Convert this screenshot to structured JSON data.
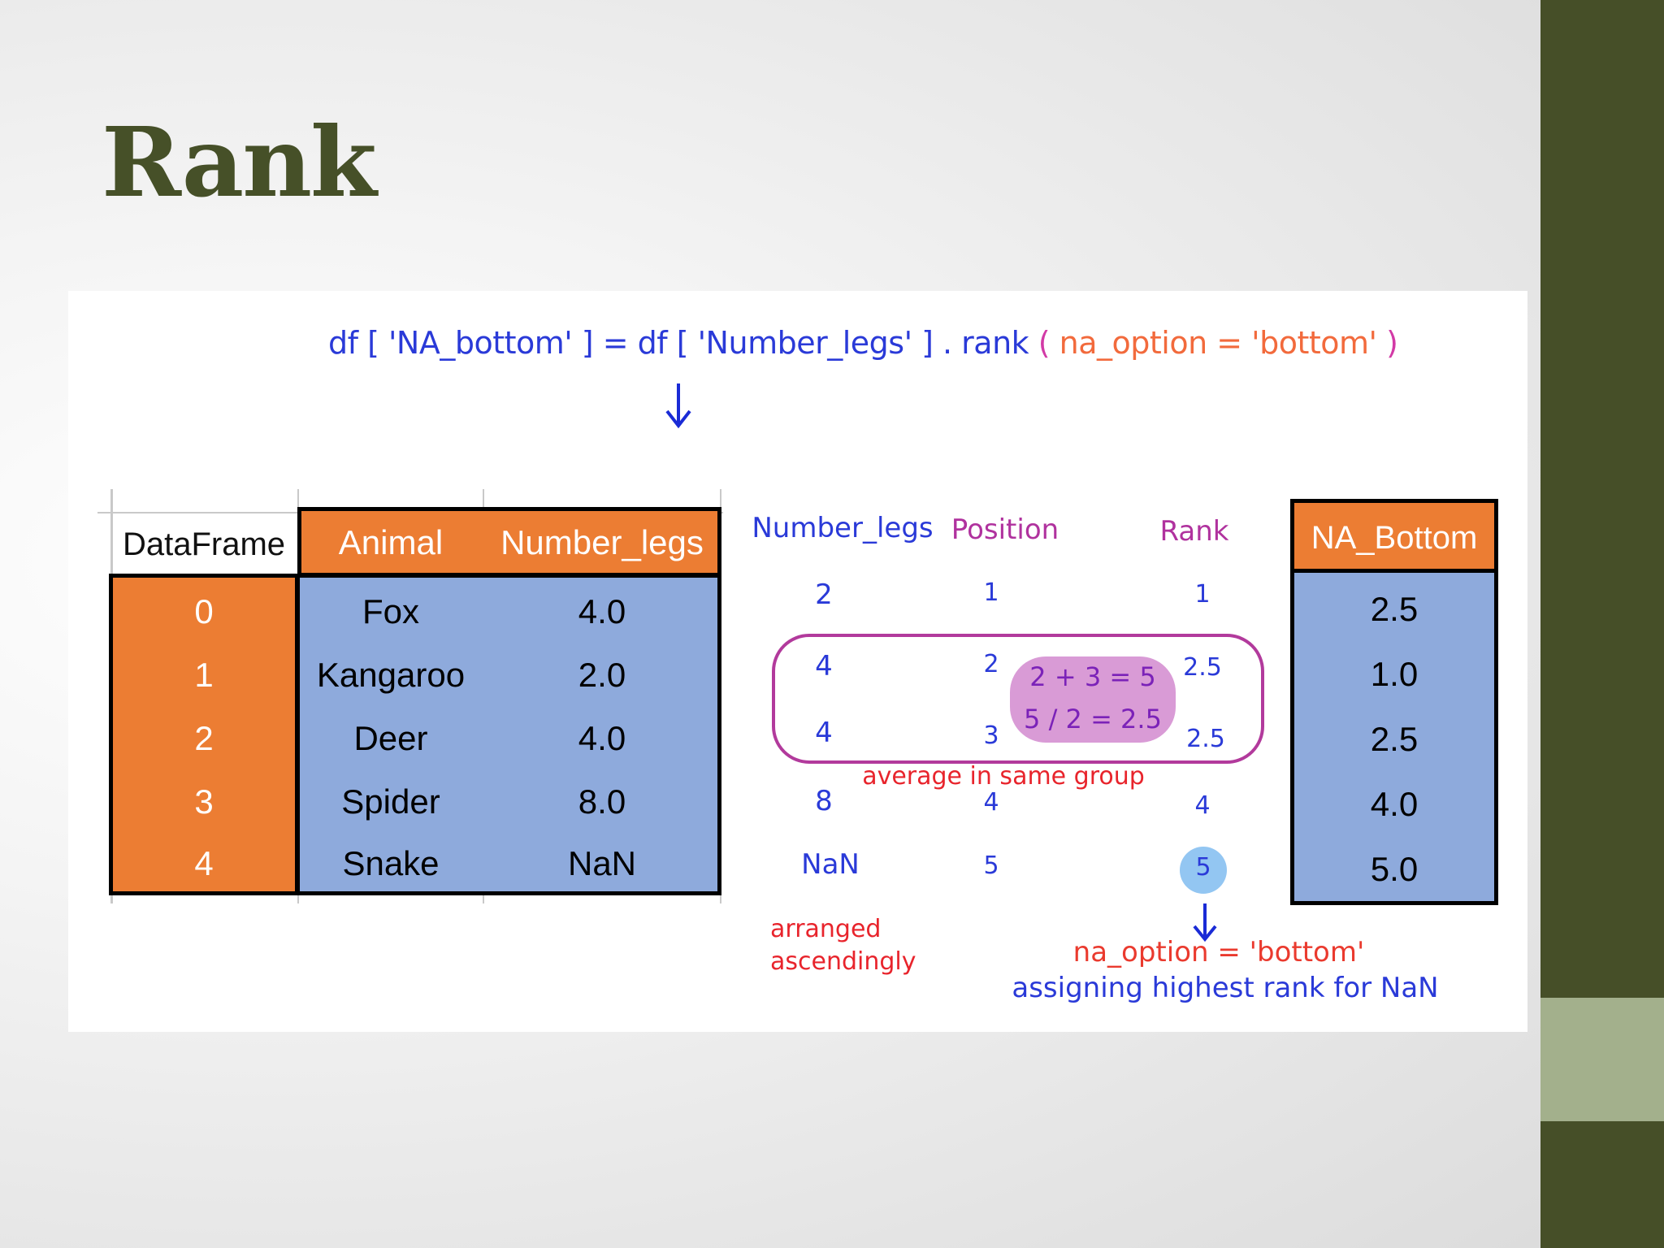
{
  "slide": {
    "title": "Rank"
  },
  "code_line": {
    "part1": "df [ 'NA_bottom' ] = df [ 'Number_legs' ] . rank",
    "part2": " ( ",
    "part3": "na_option = 'bottom'",
    "part4": " )"
  },
  "dataframe": {
    "corner_label": "DataFrame",
    "columns": [
      "Animal",
      "Number_legs"
    ],
    "index": [
      "0",
      "1",
      "2",
      "3",
      "4"
    ],
    "animals": [
      "Fox",
      "Kangaroo",
      "Deer",
      "Spider",
      "Snake"
    ],
    "legs": [
      "4.0",
      "2.0",
      "4.0",
      "8.0",
      "NaN"
    ]
  },
  "ranking": {
    "headers": {
      "number_legs": "Number_legs",
      "position": "Position",
      "rank": "Rank"
    },
    "number_legs": [
      "2",
      "4",
      "4",
      "8",
      "NaN"
    ],
    "positions": [
      "1",
      "2",
      "3",
      "4",
      "5"
    ],
    "ranks": [
      "1",
      "2.5",
      "2.5",
      "4",
      "5"
    ],
    "calc_line1": "2 + 3 = 5",
    "calc_line2": "5 / 2 = 2.5",
    "group_note": "average in same group",
    "arranged_line1": "arranged",
    "arranged_line2": "ascendingly",
    "na_option_note": "na_option = 'bottom'",
    "assign_note": "assigning highest rank for NaN"
  },
  "result": {
    "header": "NA_Bottom",
    "values": [
      "2.5",
      "1.0",
      "2.5",
      "4.0",
      "5.0"
    ]
  },
  "colors": {
    "title": "#465028",
    "orange": "#ec7d33",
    "blue": "#8eaadc",
    "side_bar_dark": "#464f28",
    "side_bar_light": "#a3b08c"
  }
}
